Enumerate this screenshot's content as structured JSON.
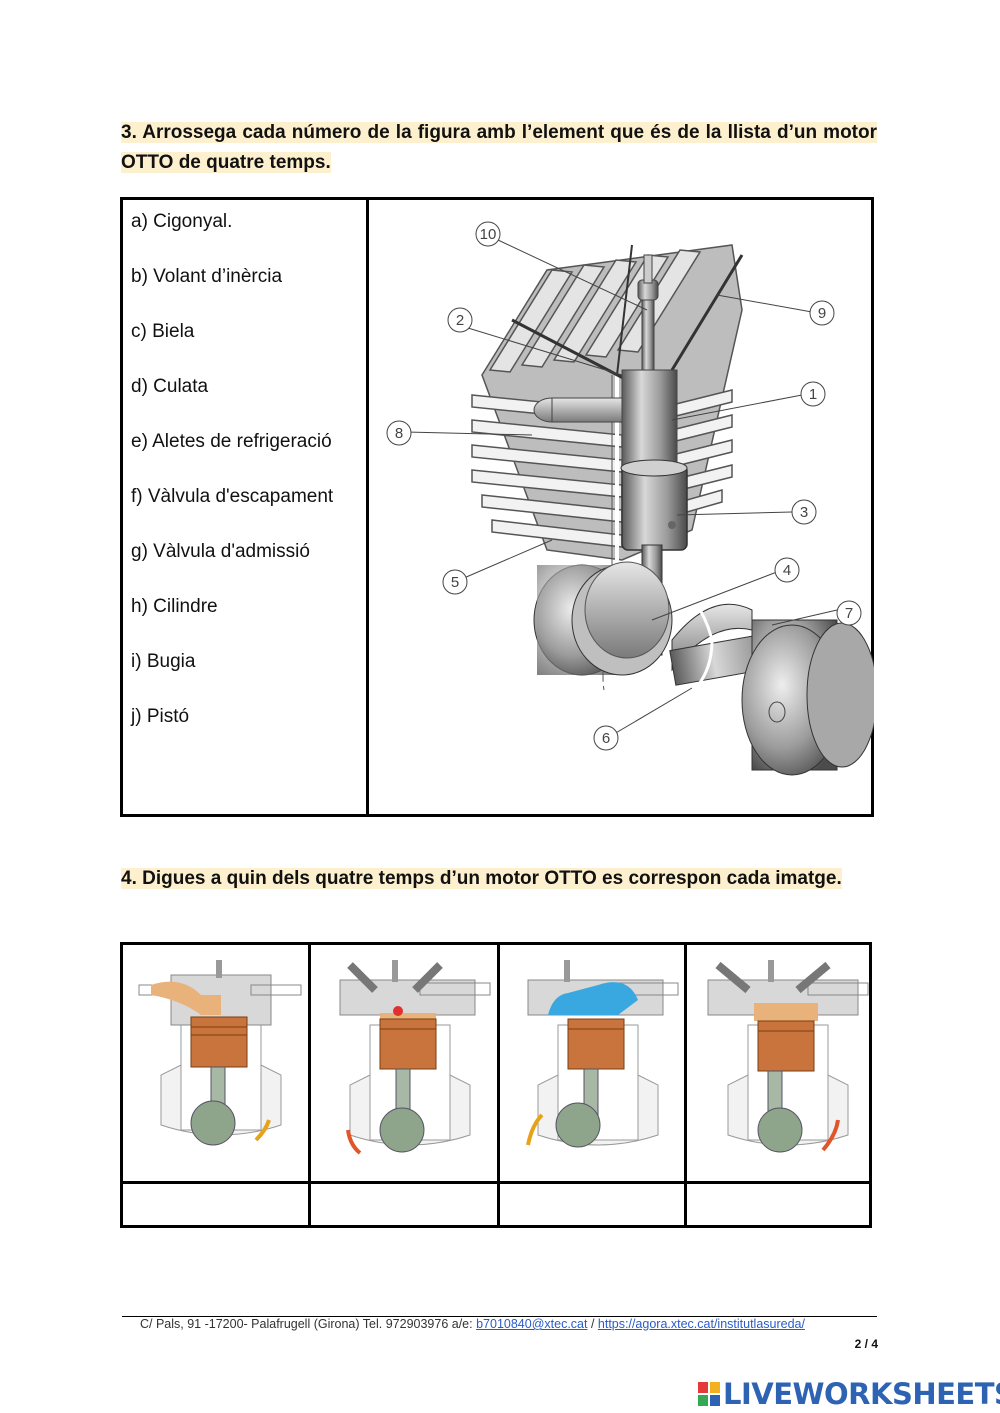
{
  "question3": {
    "title": "3. Arrossega cada número de la figura amb l’element que és de la llista d’un motor OTTO de quatre temps.",
    "items": [
      "a) Cigonyal.",
      "b) Volant d’inèrcia",
      "c) Biela",
      "d) Culata",
      "e) Aletes de refrigeració",
      "f) Vàlvula d'escapament",
      "g) Vàlvula d'admissió",
      "h) Cilindre",
      "i) Bugia",
      "j) Pistó"
    ],
    "figure_numbers": [
      "10",
      "9",
      "2",
      "1",
      "8",
      "3",
      "5",
      "4",
      "7",
      "6"
    ]
  },
  "question4": {
    "title": "4. Digues a quin dels quatre temps d’un motor OTTO es correspon cada imatge.",
    "answers": [
      "",
      "",
      "",
      ""
    ]
  },
  "footer": {
    "address": "C/ Pals, 91 -17200- Palafrugell (Girona) Tel. 972903976 a/e: ",
    "email": "b7010840@xtec.cat",
    "separator": " / ",
    "url": "https://agora.xtec.cat/institutlasureda/",
    "page": "2 / 4"
  },
  "brand": {
    "name": "LIVEWORKSHEETS",
    "color": "#2e63b4"
  },
  "colors": {
    "title_highlight": "#fdf0cf",
    "piston": "#c8743c",
    "fuel_mix": "#e8b27a",
    "exhaust_gas": "#3aa8e0",
    "spark": "#e03030"
  }
}
